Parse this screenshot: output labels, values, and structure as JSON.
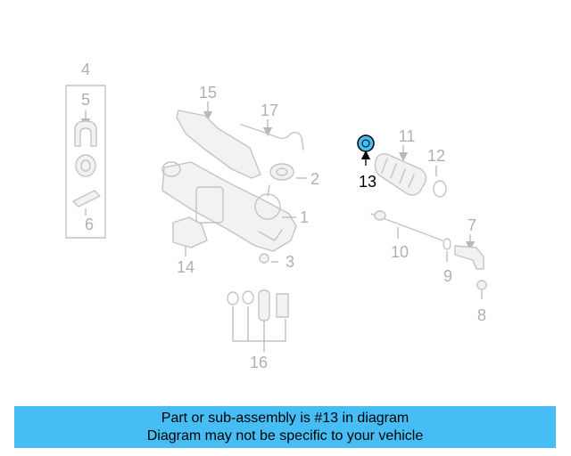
{
  "callouts": {
    "n1": "1",
    "n2": "2",
    "n3": "3",
    "n4": "4",
    "n5": "5",
    "n6": "6",
    "n7": "7",
    "n8": "8",
    "n9": "9",
    "n10": "10",
    "n11": "11",
    "n12": "12",
    "n13": "13",
    "n14": "14",
    "n15": "15",
    "n16": "16",
    "n17": "17"
  },
  "highlight_part": "13",
  "colors": {
    "highlight_fill": "#47bdf5",
    "banner_bg": "#47bdf5",
    "part_stroke": "#c4c4c4",
    "callout_text": "#b0b0b0"
  },
  "banner": {
    "line1": "Part or sub-assembly is #13 in diagram",
    "line2": "Diagram may not be specific to your vehicle"
  }
}
